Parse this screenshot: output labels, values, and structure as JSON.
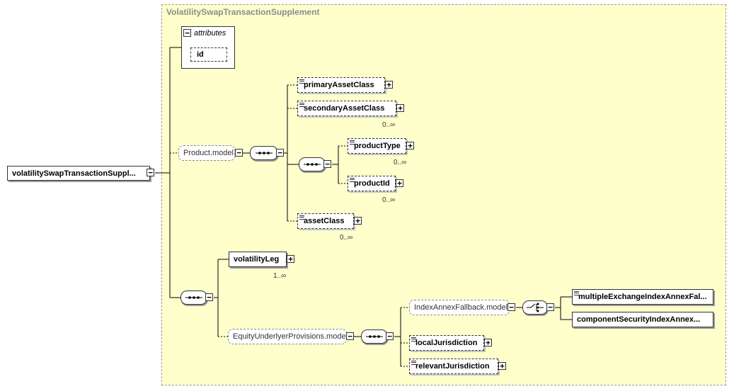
{
  "diagram": {
    "type_name": "VolatilitySwapTransactionSupplement",
    "root_element": "volatilitySwapTransactionSuppl...",
    "attributes": {
      "label": "attributes",
      "items": [
        "id"
      ]
    },
    "groups": {
      "product_model": "Product.model",
      "equity_underlyer": "EquityUnderlyerProvisions.model",
      "index_annex": "IndexAnnexFallback.model"
    },
    "elements": {
      "primary_asset_class": "primaryAssetClass",
      "secondary_asset_class": "secondaryAssetClass",
      "product_type": "productType",
      "product_id": "productId",
      "asset_class": "assetClass",
      "volatility_leg": "volatilityLeg",
      "multiple_exchange": "multipleExchangeIndexAnnexFal...",
      "component_security": "componentSecurityIndexAnnex...",
      "local_jurisdiction": "localJurisdiction",
      "relevant_jurisdiction": "relevantJurisdiction"
    },
    "cardinalities": {
      "secondary_asset_class": "0..∞",
      "product_type": "0..∞",
      "product_id": "0..∞",
      "asset_class": "0..∞",
      "volatility_leg": "1..∞"
    },
    "expand_symbols": {
      "expand": "+",
      "collapse": "−"
    }
  }
}
